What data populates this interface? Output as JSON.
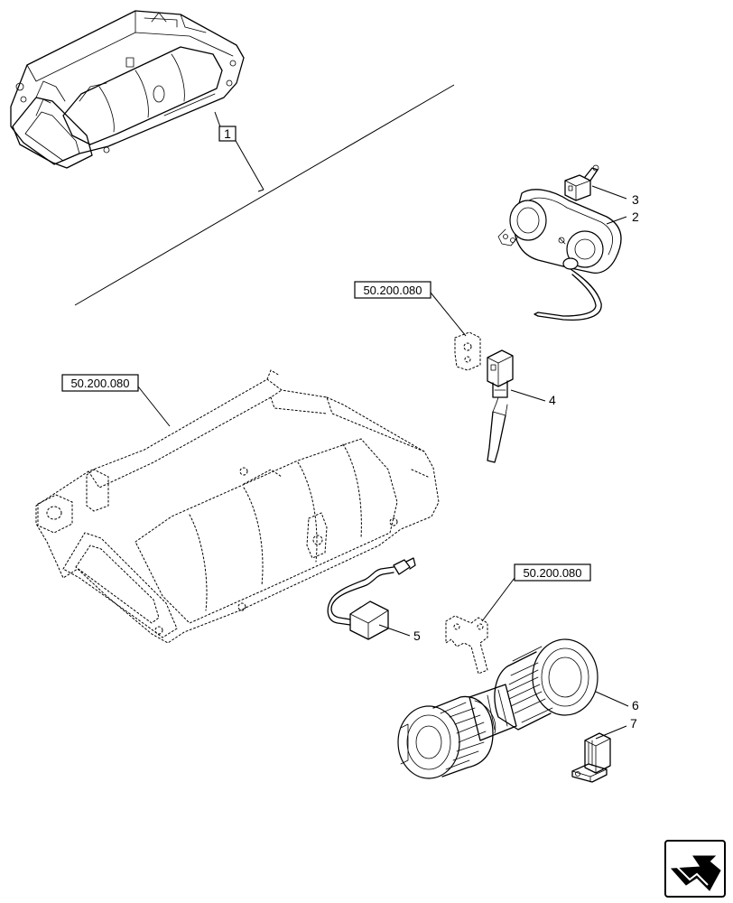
{
  "item_labels": {
    "item1": "1",
    "item2": "2",
    "item3": "3",
    "item4": "4",
    "item5": "5",
    "item6": "6",
    "item7": "7"
  },
  "references": {
    "ref_a": "50.200.080",
    "ref_b": "50.200.080",
    "ref_c": "50.200.080"
  },
  "icons": {
    "corner": "next-page-arrow-icon"
  }
}
